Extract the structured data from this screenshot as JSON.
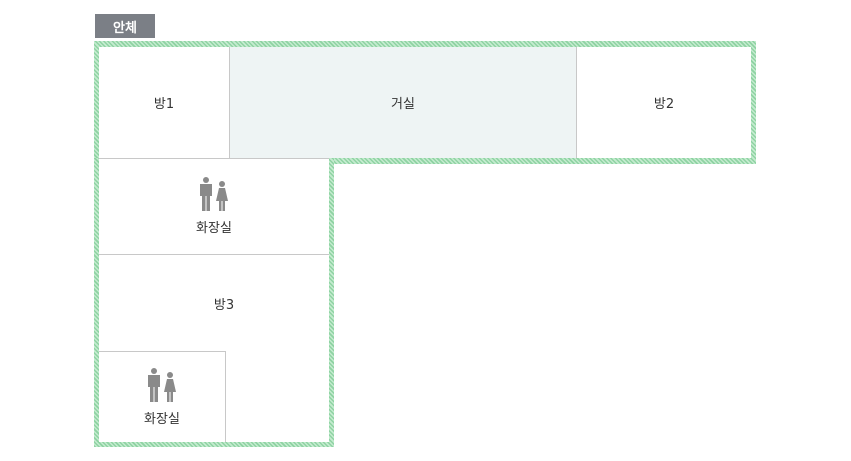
{
  "building": {
    "label": "안체"
  },
  "colors": {
    "badge_bg": "#7b7f86",
    "wall_hatch": "#8fd3a3",
    "living_bg": "#eef4f4",
    "divider": "#c8c8c8",
    "icon": "#8a8a8a"
  },
  "rooms": [
    {
      "id": "room1",
      "label": "방1"
    },
    {
      "id": "living",
      "label": "거실"
    },
    {
      "id": "room2",
      "label": "방2"
    },
    {
      "id": "restroom1",
      "label": "화장실",
      "icon": "restroom-icon"
    },
    {
      "id": "room3",
      "label": "방3"
    },
    {
      "id": "restroom2",
      "label": "화장실",
      "icon": "restroom-icon"
    }
  ]
}
